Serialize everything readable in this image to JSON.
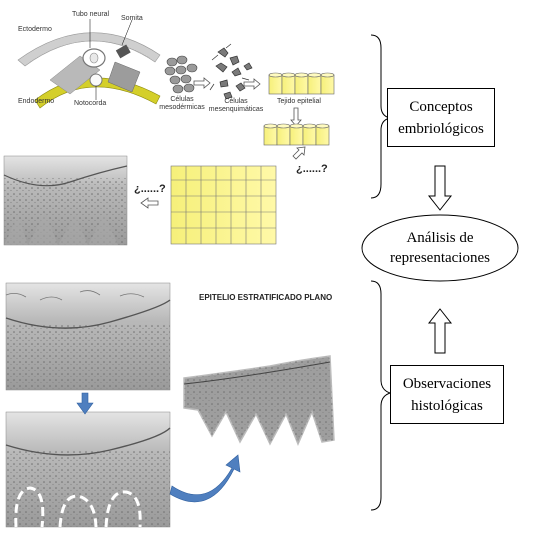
{
  "embryo_labels": {
    "ectodermo": "Ectodermo",
    "tubo_neural": "Tubo neural",
    "somita": "Somita",
    "endodermo": "Endodermo",
    "notocorda": "Notocorda"
  },
  "cell_labels": {
    "mesodermicas": "Células\nmesodérmicas",
    "mesenquimaticas": "Células\nmesenquimáticas",
    "tejido_epitelial": "Tejido epitelial"
  },
  "question_marks": {
    "q1": "¿......?",
    "q2": "¿......?"
  },
  "photo_title": "EPITELIO ESTRATIFICADO PLANO",
  "boxes": {
    "conceptos": "Conceptos\nembriológicos",
    "analisis": "Análisis de\nrepresentaciones",
    "observaciones": "Observaciones\nhistológicas"
  }
}
